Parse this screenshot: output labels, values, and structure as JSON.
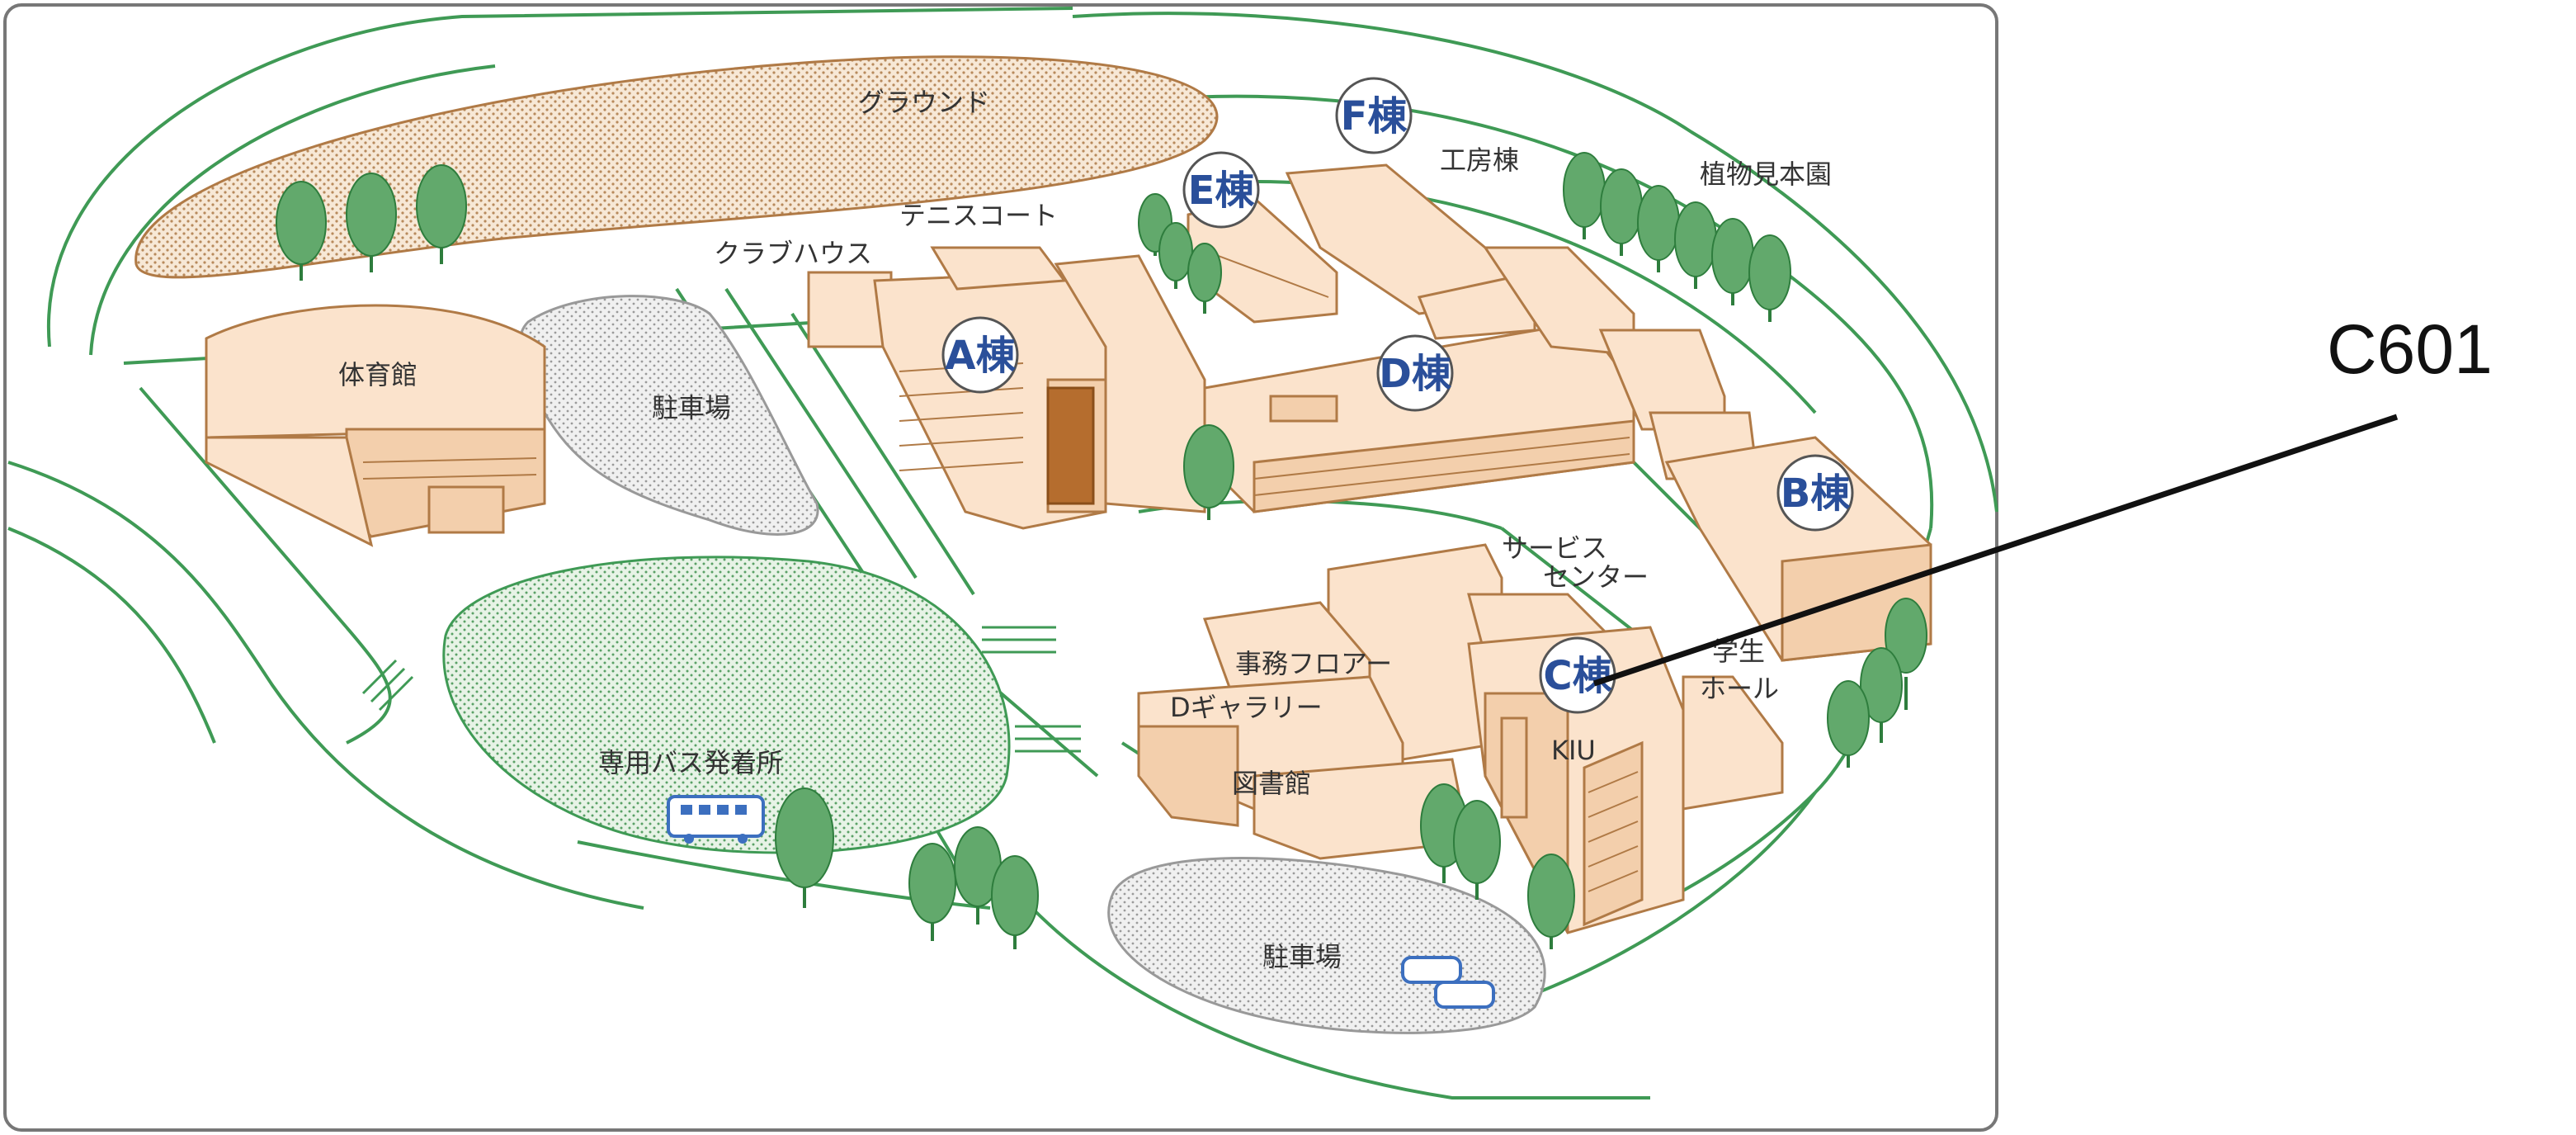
{
  "labels": {
    "ground": "グラウンド",
    "tennis": "テニスコート",
    "clubhouse": "クラブハウス",
    "gym": "体育館",
    "parking1": "駐車場",
    "parking2": "駐車場",
    "workshop": "工房棟",
    "botanical": "植物見本園",
    "service": "サービス",
    "center": "センター",
    "office": "事務フロアー",
    "gallery": "Dギャラリー",
    "library": "図書館",
    "student": "学生",
    "hall": "ホール",
    "bus": "専用バス発着所",
    "kiu": "KIU"
  },
  "buildings": {
    "a": "A棟",
    "b": "B棟",
    "c": "C棟",
    "d": "D棟",
    "e": "E棟",
    "f": "F棟"
  },
  "callout": {
    "text": "C601"
  },
  "colors": {
    "path": "#3f9a55",
    "building_fill": "#fbe3cc",
    "building_stroke": "#b07a46",
    "building_label": "#2a4f9a",
    "tree": "#62a96c"
  }
}
